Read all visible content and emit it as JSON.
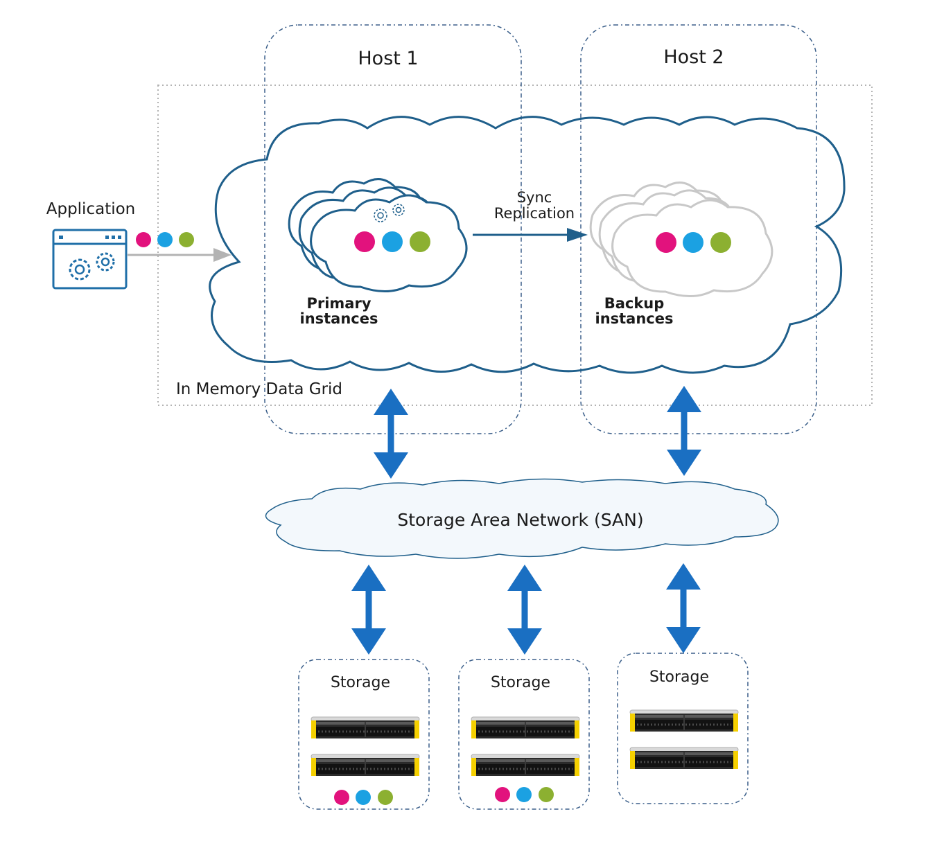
{
  "hosts": [
    {
      "label": "Host 1"
    },
    {
      "label": "Host 2"
    }
  ],
  "application": {
    "label": "Application",
    "icon": "application-window-gears-icon"
  },
  "grid": {
    "label": "In Memory Data Grid"
  },
  "replication": {
    "line1": "Sync",
    "line2": "Replication"
  },
  "primary": {
    "line1": "Primary",
    "line2": "instances"
  },
  "backup": {
    "line1": "Backup",
    "line2": "instances"
  },
  "san": {
    "label": "Storage Area Network (SAN)"
  },
  "storage": [
    {
      "label": "Storage"
    },
    {
      "label": "Storage"
    },
    {
      "label": "Storage"
    }
  ],
  "colors": {
    "accent_blue": "#1a6fc2",
    "cloud_stroke": "#1f5f8b",
    "dot_magenta": "#e2127d",
    "dot_cyan": "#1ba1e2",
    "dot_green": "#8cb031",
    "host_border": "#3b5f8a",
    "grid_border": "#b3b3b3",
    "drive_yellow": "#f5d000"
  }
}
